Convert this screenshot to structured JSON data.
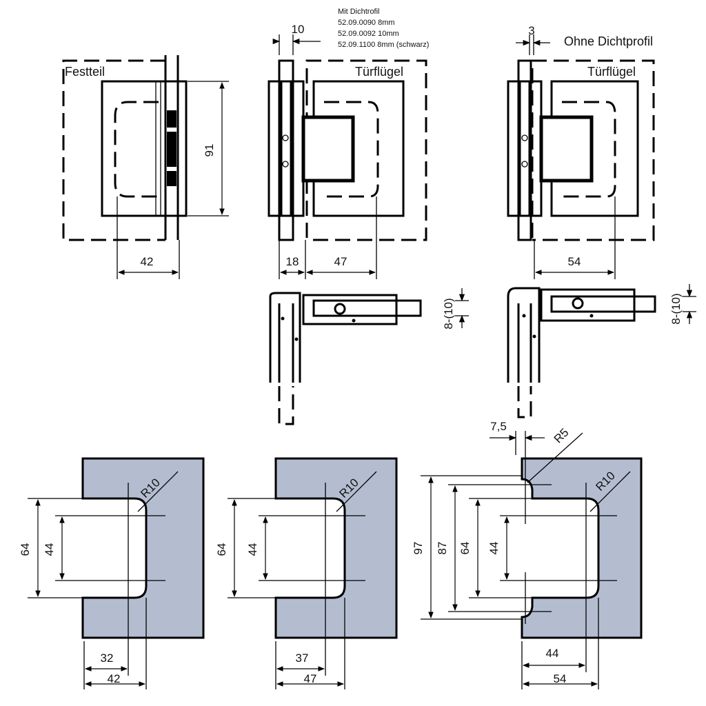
{
  "labels": {
    "festteil": "Festteil",
    "tuerfluegel_1": "Türflügel",
    "tuerfluegel_2": "Türflügel",
    "ohne_dichtprofil": "Ohne Dichtprofil"
  },
  "note": {
    "title": "Mit Dichtrofil",
    "lines": [
      "52.09.0090 8mm",
      "52.09.0092 10mm",
      "52.09.1100 8mm (schwarz)"
    ]
  },
  "dims_top": {
    "height": "91",
    "view1_width": "42",
    "view2_gap": "10",
    "view2_glass": "18",
    "view2_width": "47",
    "view3_gap": "3",
    "view3_width": "54"
  },
  "dims_mid": {
    "view2_glass": "8-(10)",
    "view3_glass": "8-(10)"
  },
  "dims_bottom": {
    "cut1": {
      "outer": "64",
      "inner": "44",
      "depth_inner": "32",
      "depth_outer": "42",
      "radius": "R10"
    },
    "cut2": {
      "outer": "64",
      "inner": "44",
      "depth_inner": "37",
      "depth_outer": "47",
      "radius": "R10"
    },
    "cut3": {
      "total": "97",
      "notch": "87",
      "outer": "64",
      "inner": "44",
      "depth_inner": "44",
      "depth_outer": "54",
      "radius": "R10",
      "small_radius": "R5",
      "offset": "7,5"
    }
  },
  "colors": {
    "plate_fill": "#b4bdd0"
  }
}
